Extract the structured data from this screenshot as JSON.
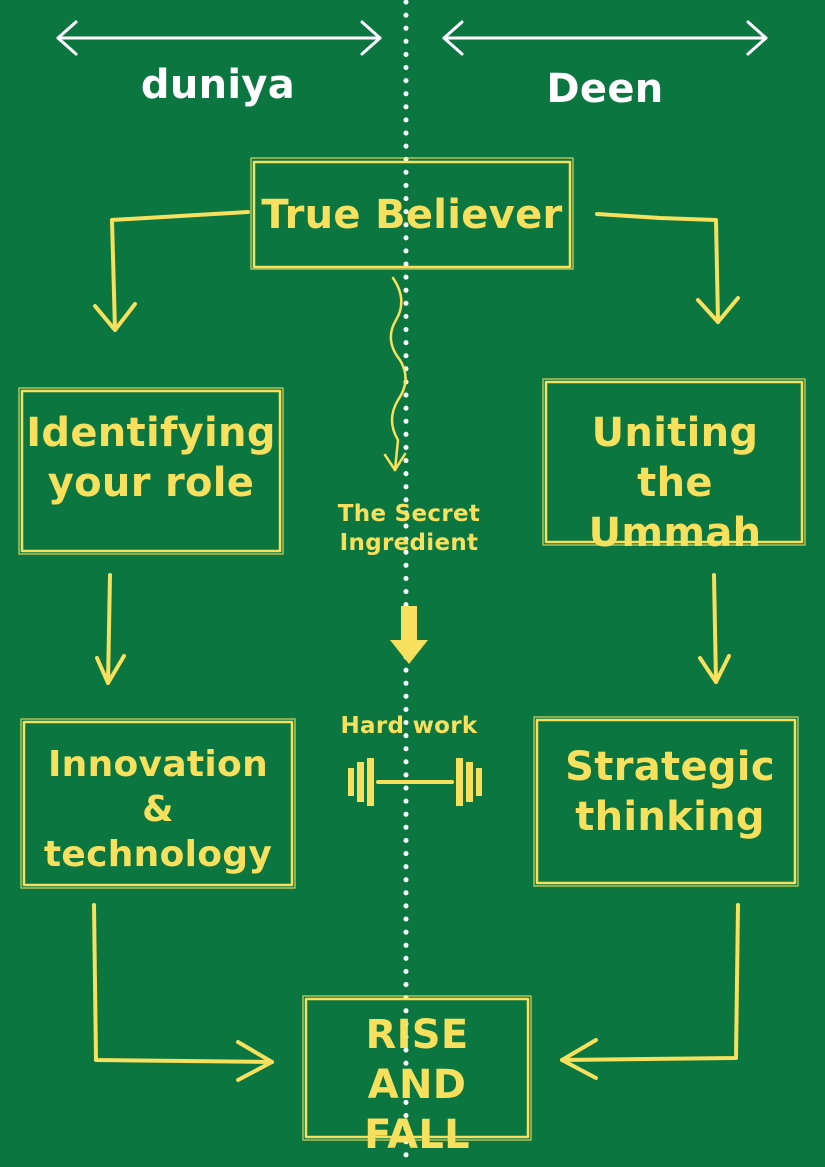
{
  "header": {
    "left": "duniya",
    "right": "Deen"
  },
  "nodes": {
    "top": "True Believer",
    "left1": "Identifying your role",
    "right1": "Uniting the Ummah",
    "left2": "Innovation & technology",
    "right2": "Strategic thinking",
    "bottom": "RISE AND FALL"
  },
  "center": {
    "secret": "The Secret Ingredient",
    "hardwork": "Hard work",
    "icon": "dumbbell-icon"
  },
  "colors": {
    "background": "#0b7640",
    "accent": "#f6e05e",
    "heading": "#ffffff"
  }
}
